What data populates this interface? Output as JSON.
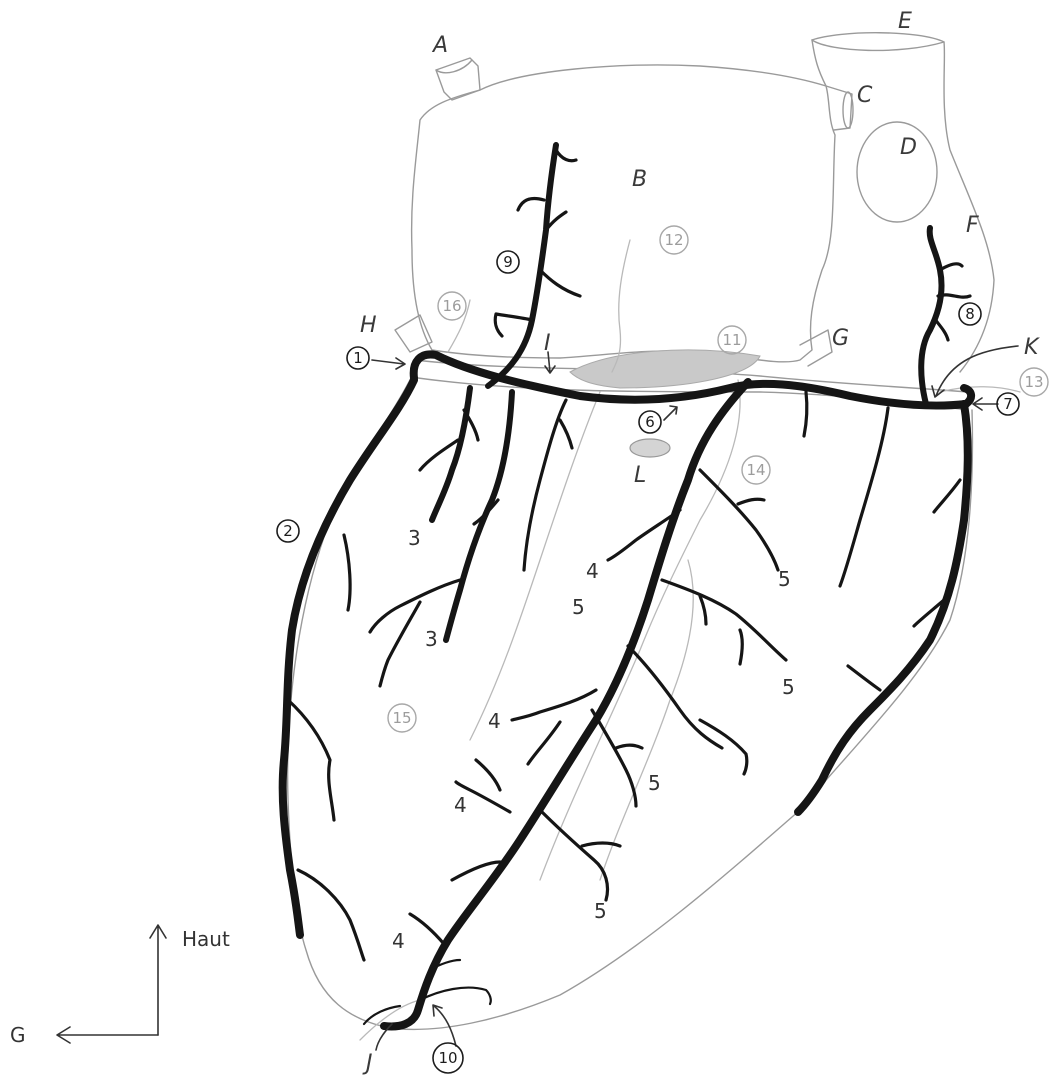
{
  "labels": {
    "A": "A",
    "B": "B",
    "C": "C",
    "D": "D",
    "E": "E",
    "F": "F",
    "G": "G",
    "H": "H",
    "I": "I",
    "J": "J",
    "K": "K",
    "L": "L"
  },
  "numbers": {
    "n1": "1",
    "n2": "2",
    "n6": "6",
    "n7": "7",
    "n8": "8",
    "n9": "9",
    "n10": "10",
    "n11": "11",
    "n12": "12",
    "n13": "13",
    "n14": "14",
    "n15": "15",
    "n16": "16"
  },
  "branch_marks": {
    "three_a": "3",
    "three_b": "3",
    "four_a": "4",
    "four_b": "4",
    "four_c": "4",
    "four_d": "4",
    "five_a": "5",
    "five_b": "5",
    "five_c": "5",
    "five_d": "5",
    "five_e": "5"
  },
  "orientation": {
    "up_label": "Haut",
    "left_label": "G"
  },
  "colors": {
    "artery": "#151515",
    "outline": "#9a9a9a",
    "faint": "#b9b9b9",
    "paper": "#ffffff"
  }
}
